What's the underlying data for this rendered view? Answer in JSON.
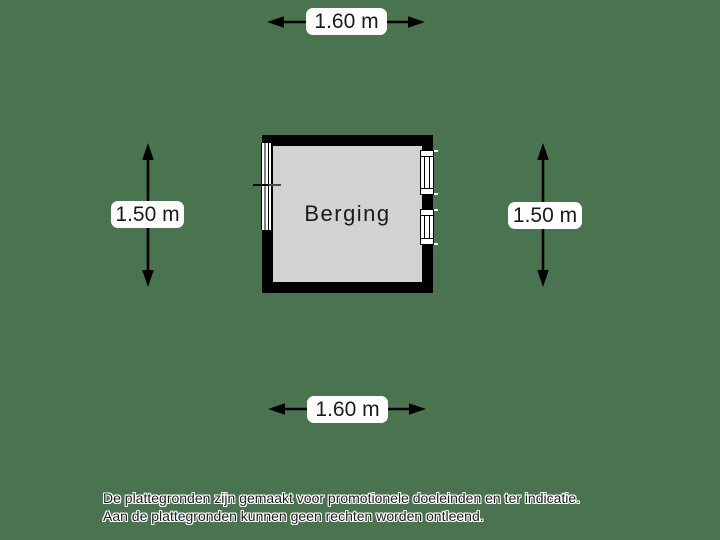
{
  "colors": {
    "background": "#4A7450",
    "wall": "#000000",
    "floor": "#D2D2D2",
    "label_background": "#FFFFFF",
    "label_text": "#1A1A1A",
    "arrow": "#000000"
  },
  "floorplan": {
    "room_name": "Berging"
  },
  "dimensions": {
    "top": "1.60 m",
    "bottom": "1.60 m",
    "left": "1.50 m",
    "right": "1.50 m"
  },
  "disclaimer": {
    "line1": "De plattegronden zijn gemaakt voor promotionele doeleinden en ter indicatie.",
    "line2": "Aan de plattegronden kunnen geen rechten worden ontleend."
  }
}
